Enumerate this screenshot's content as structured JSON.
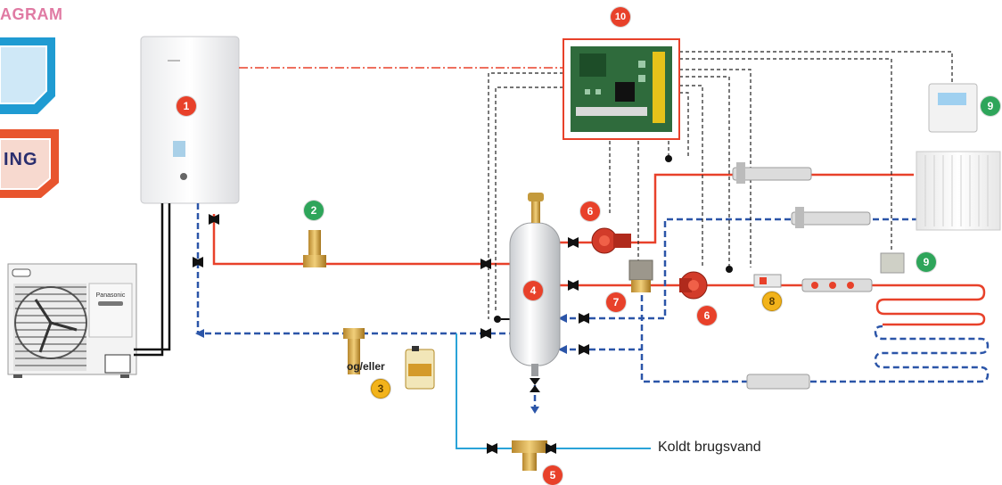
{
  "title": "AGRAM",
  "side_tag": "ING",
  "labels": {
    "cold_water": "Koldt brugsvand",
    "and_or": "og/eller"
  },
  "brand": "Panasonic",
  "badges": {
    "b1": "1",
    "b2": "2",
    "b3": "3",
    "b4": "4",
    "b5": "5",
    "b6a": "6",
    "b6b": "6",
    "b7": "7",
    "b8": "8",
    "b9a": "9",
    "b9b": "9",
    "b10": "10"
  },
  "colors": {
    "flow": "#e8412a",
    "return": "#2b55a8",
    "cold": "#2aa3d8",
    "control": "#222222",
    "badge_red": "#e8412a",
    "badge_green": "#2ea55a",
    "badge_yellow": "#f2b31b",
    "title_pink": "#e07aa3"
  }
}
